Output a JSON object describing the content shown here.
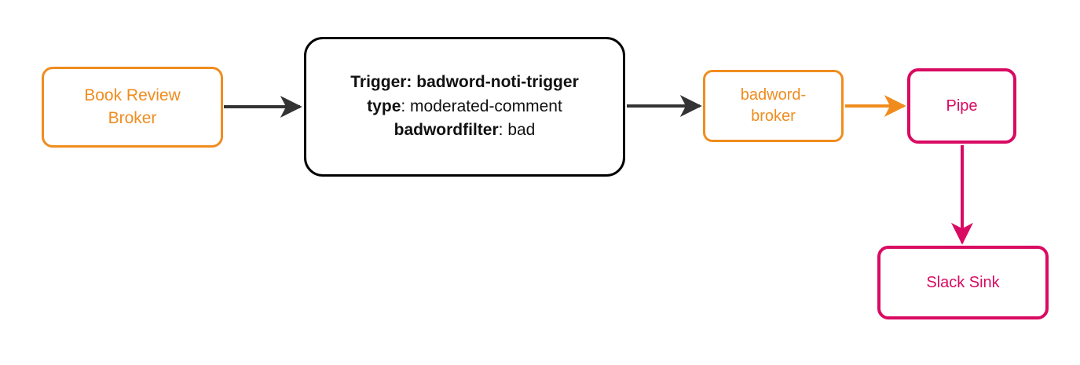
{
  "diagram": {
    "type": "flowchart",
    "direction": "left-to-right",
    "background": "#ffffff",
    "colors": {
      "orange": "#F08C1E",
      "crimson": "#D90A62",
      "black": "#000000",
      "arrow_dark": "#333333"
    },
    "nodes": [
      {
        "id": "book-review-broker",
        "label": "Book Review\nBroker",
        "shape": "rounded-rect",
        "border_color": "#F08C1E",
        "text_color": "#F08C1E"
      },
      {
        "id": "trigger",
        "shape": "rounded-rect",
        "border_color": "#000000",
        "text_color": "#111111",
        "lines": [
          {
            "key": "Trigger:",
            "value": "badword-noti-trigger",
            "all_bold": true
          },
          {
            "key": "type",
            "value": "moderated-comment",
            "all_bold": false
          },
          {
            "key": "badwordfilter",
            "value": "bad",
            "all_bold": false
          }
        ]
      },
      {
        "id": "badword-broker",
        "label": "badword-\nbroker",
        "shape": "rounded-rect",
        "border_color": "#F08C1E",
        "text_color": "#F08C1E"
      },
      {
        "id": "pipe",
        "label": "Pipe",
        "shape": "rounded-rect",
        "border_color": "#D90A62",
        "text_color": "#D90A62"
      },
      {
        "id": "slack-sink",
        "label": "Slack Sink",
        "shape": "rounded-rect",
        "border_color": "#D90A62",
        "text_color": "#D90A62"
      }
    ],
    "edges": [
      {
        "id": "edge-broker-to-trigger",
        "from": "book-review-broker",
        "to": "trigger",
        "color": "#333333",
        "arrow": "end"
      },
      {
        "id": "edge-trigger-to-badword-broker",
        "from": "trigger",
        "to": "badword-broker",
        "color": "#333333",
        "arrow": "end"
      },
      {
        "id": "edge-badword-broker-to-pipe",
        "from": "badword-broker",
        "to": "pipe",
        "color": "#F08C1E",
        "arrow": "end"
      },
      {
        "id": "edge-pipe-to-slack-sink",
        "from": "pipe",
        "to": "slack-sink",
        "color": "#D90A62",
        "arrow": "end"
      }
    ]
  }
}
